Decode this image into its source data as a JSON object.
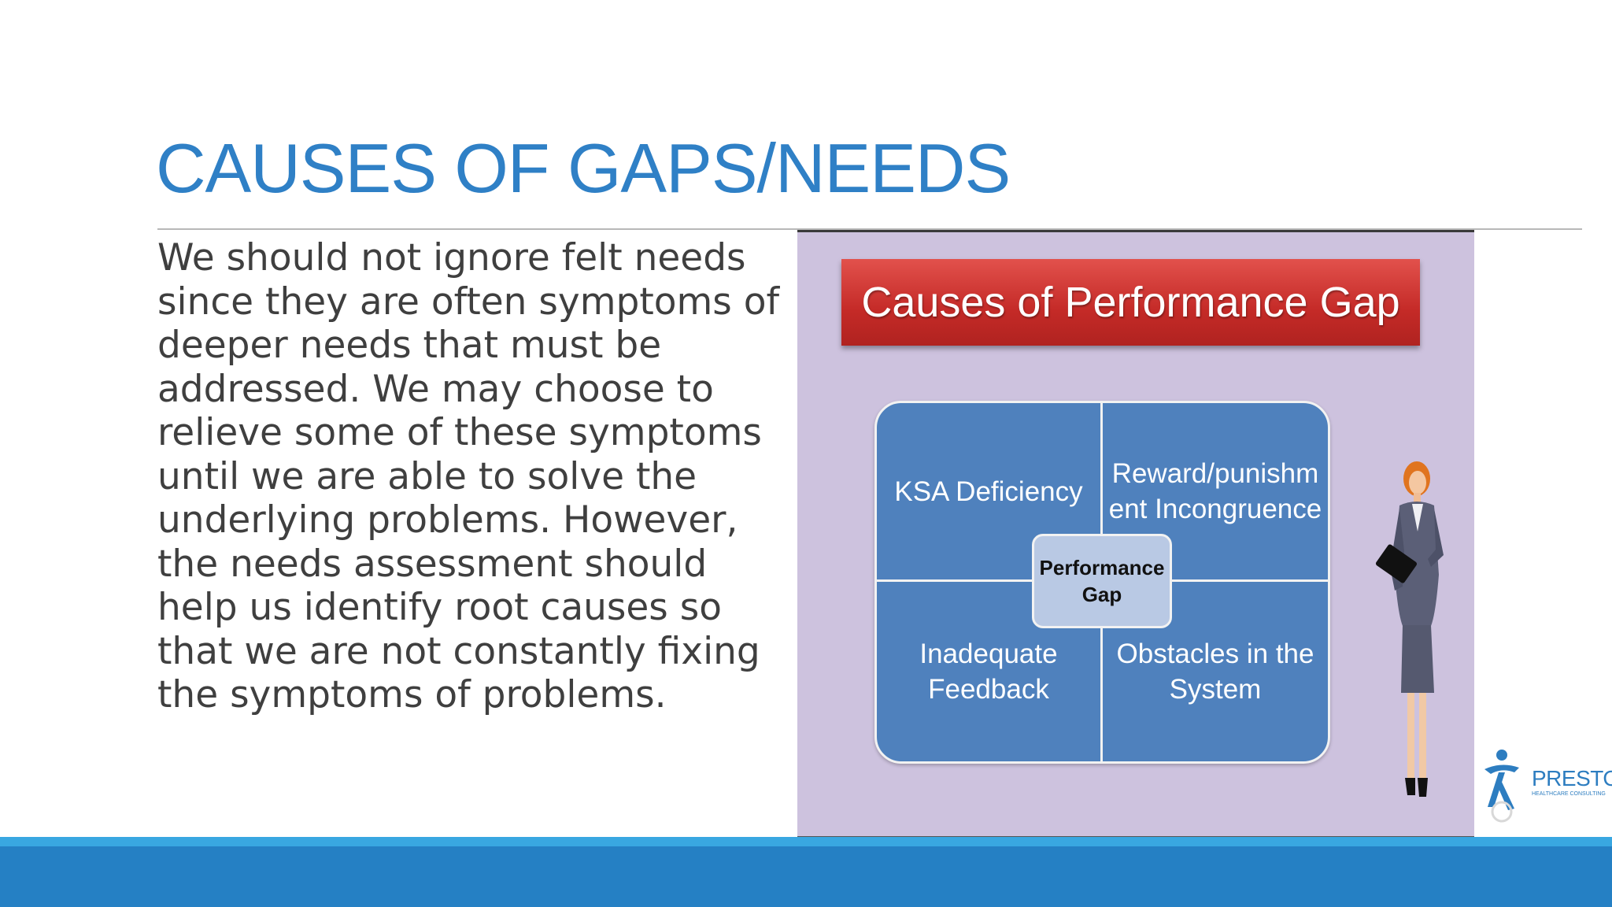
{
  "slide": {
    "title": "CAUSES OF GAPS/NEEDS",
    "body": "We should not ignore felt needs since they are often symptoms of deeper needs that must be addressed. We may choose to relieve some of these symptoms until we are able to solve the underlying problems. However, the needs assessment should help us identify root causes so that we are not constantly fixing the symptoms of problems."
  },
  "figure": {
    "banner": "Causes of Performance Gap",
    "quadrants": {
      "top_left": [
        "KSA Deficiency"
      ],
      "top_right": [
        "Reward/punishm",
        "ent Incongruence"
      ],
      "bottom_left": [
        "Inadequate",
        "Feedback"
      ],
      "bottom_right": [
        "Obstacles in the",
        "System"
      ]
    },
    "center": [
      "Performance",
      "Gap"
    ]
  },
  "logo": {
    "name": "PRESTON",
    "subtitle": "HEALTHCARE CONSULTING"
  },
  "colors": {
    "title": "#2f80c6",
    "banner": "#c42a27",
    "quadrant": "#4f81bd",
    "figure_background": "#cdc2de",
    "bottom_band": "#2580c4",
    "bottom_stripe": "#39a7e1"
  }
}
